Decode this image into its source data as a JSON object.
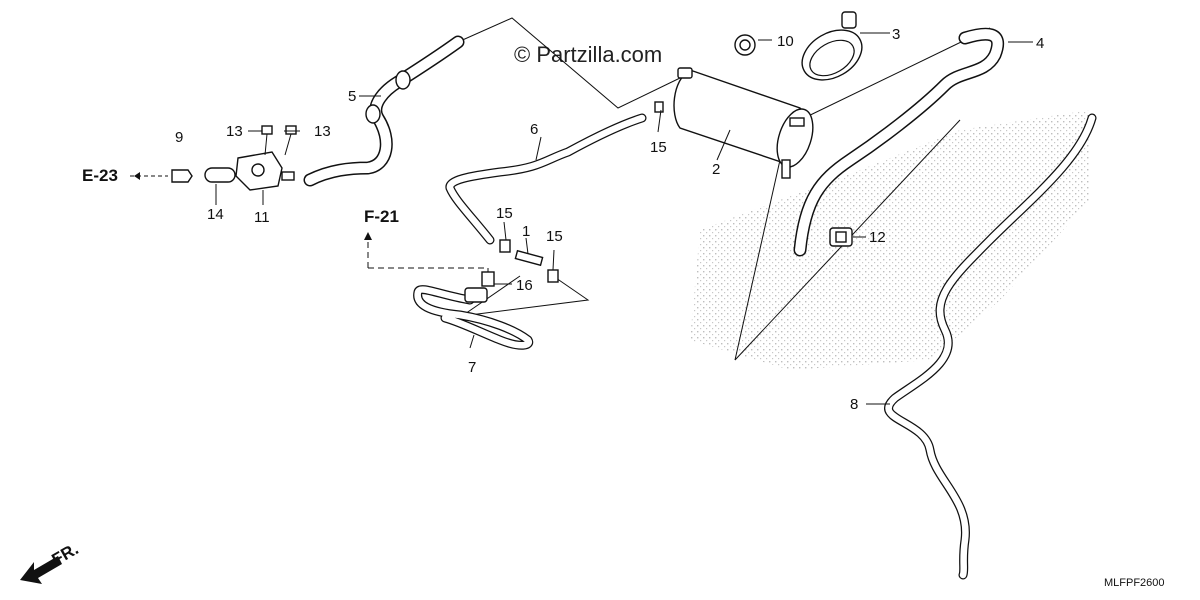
{
  "watermark": "© Partzilla.com",
  "diagram_code": "MLFPF2600",
  "refs": {
    "e23": "E-23",
    "f21": "F-21",
    "front": "FR."
  },
  "callouts": {
    "c1": "1",
    "c2": "2",
    "c3": "3",
    "c4": "4",
    "c5": "5",
    "c6": "6",
    "c7": "7",
    "c8": "8",
    "c9": "9",
    "c10": "10",
    "c11": "11",
    "c12": "12",
    "c13a": "13",
    "c13b": "13",
    "c14": "14",
    "c15a": "15",
    "c15b": "15",
    "c15c": "15",
    "c16": "16"
  }
}
